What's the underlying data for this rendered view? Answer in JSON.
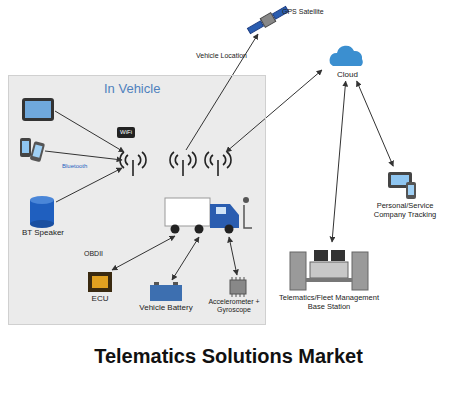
{
  "diagram": {
    "title": "Telematics Solutions Market",
    "nodes": [
      {
        "text": [
          "In Vehicle"
        ]
      },
      {
        "text": [
          "BT Speaker"
        ],
        "in": 0
      },
      {
        "text": [
          "ECU"
        ],
        "in": 0
      },
      {
        "text": [
          "Vehicle Battery"
        ],
        "in": 0
      },
      {
        "text": [
          "Accelerometer + Gyroscope"
        ],
        "in": 0
      },
      {
        "text": [
          "GPS Satellite"
        ]
      },
      {
        "text": [
          "Cloud"
        ]
      },
      {
        "text": [
          "Personal/Service Company Tracking"
        ]
      },
      {
        "text": [
          "Telematics/Fleet Management Base Station"
        ]
      }
    ],
    "edges": [
      {
        "from": 6,
        "to": 7,
        "arrow": "both"
      },
      {
        "from": 6,
        "to": 8,
        "arrow": "both"
      }
    ],
    "labels": [
      "WiFi",
      "Bluetooth",
      "Vehicle Location",
      "OBDII"
    ]
  }
}
